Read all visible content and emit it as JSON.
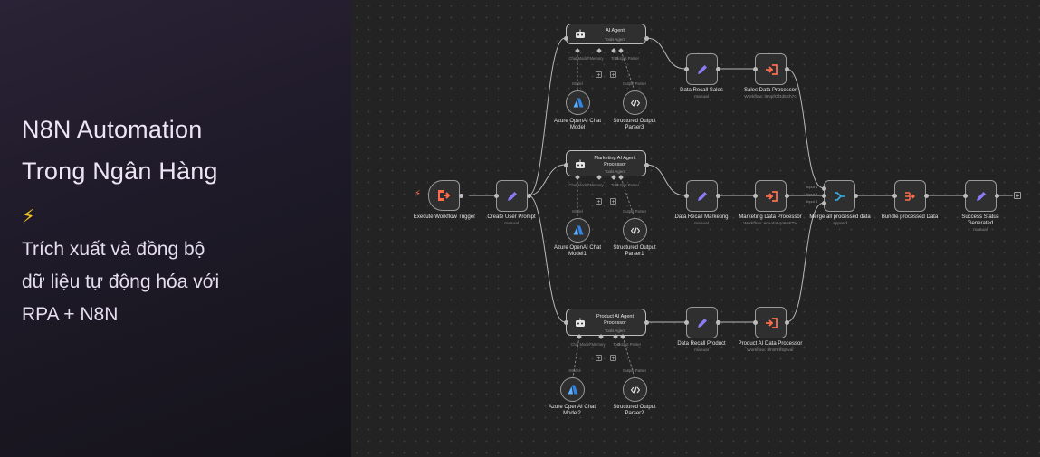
{
  "slide": {
    "title_line1": "N8N Automation",
    "title_line2": "Trong Ngân Hàng",
    "subtitle_line1": "Trích xuất và đồng bộ",
    "subtitle_line2": "dữ liệu tự động hóa với",
    "subtitle_line3": "RPA + N8N",
    "bolt_emoji": "⚡"
  },
  "workflow": {
    "trigger": {
      "label": "Execute Workflow Trigger"
    },
    "prompt": {
      "label": "Create User Prompt",
      "sub": "manual"
    },
    "agents": [
      {
        "title": "AI Agent",
        "sub": "Tools Agent",
        "ports": [
          "Chat Model*",
          "Memory",
          "Tool",
          "Output Parser"
        ],
        "model_tag": "Model",
        "parser_tag": "Output Parser",
        "model_label_1": "Azure OpenAI Chat",
        "model_label_2": "Model",
        "parser_label_1": "Structured Output",
        "parser_label_2": "Parser3"
      },
      {
        "title_1": "Marketing AI Agent",
        "title_2": "Processor",
        "sub": "Tools Agent",
        "ports": [
          "Chat Model*",
          "Memory",
          "Tool",
          "Output Parser"
        ],
        "model_tag": "Model",
        "parser_tag": "Output Parser",
        "model_label_1": "Azure OpenAI Chat",
        "model_label_2": "Model1",
        "parser_label_1": "Structured Output",
        "parser_label_2": "Parser1"
      },
      {
        "title_1": "Product AI Agent",
        "title_2": "Processor",
        "sub": "Tools Agent",
        "ports": [
          "Chat Model*",
          "Memory",
          "Tool",
          "Output Parser"
        ],
        "model_tag": "Model",
        "parser_tag": "Output Parser",
        "model_label_1": "Azure OpenAI Chat",
        "model_label_2": "Model2",
        "parser_label_1": "Structured Output",
        "parser_label_2": "Parser2"
      }
    ],
    "recalls": [
      {
        "label": "Data Recall Sales",
        "sub": "manual"
      },
      {
        "label": "Data Recall Marketing",
        "sub": "manual"
      },
      {
        "label": "Data Recall Product",
        "sub": "manual"
      }
    ],
    "processors": [
      {
        "label": "Sales Data Processor",
        "sub": "Workflow: l5NpfOf4d5Eh7c"
      },
      {
        "label": "Marketing Data Processor",
        "sub": "Workflow: erxv4nLqo6eETV"
      },
      {
        "label": "Product AI Data Processor",
        "sub": "Workflow: l9hsfK9tqhvar"
      }
    ],
    "merge": {
      "label": "Merge all processed data",
      "sub": "append",
      "inputs": [
        "Input 1",
        "Input 2",
        "Input 3"
      ]
    },
    "bundle": {
      "label": "Bundle processed Data"
    },
    "success": {
      "label_1": "Success Status",
      "label_2": "Generated",
      "sub": "manual"
    },
    "colors": {
      "edge": "#b8b8b8",
      "trigger_orange": "#ff6d4d",
      "set_purple": "#8b7cf6",
      "exec_orange": "#ff6d4d",
      "merge_cyan": "#39b0e6",
      "azure_blue": "#2f86e8"
    }
  }
}
